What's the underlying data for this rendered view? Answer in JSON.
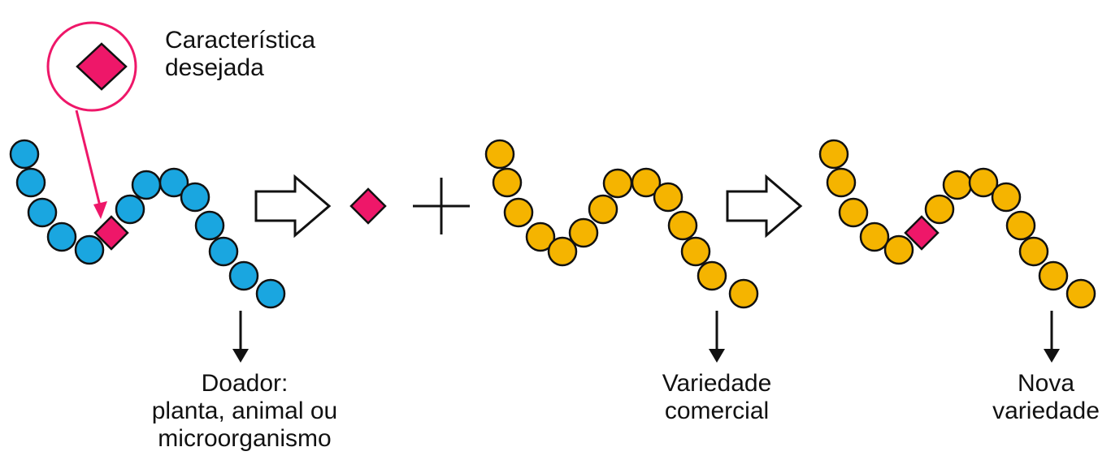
{
  "callout": {
    "lines": [
      "Característica",
      "desejada"
    ]
  },
  "donor": {
    "lines": [
      "Doador:",
      "planta, animal ou",
      "microorganismo"
    ]
  },
  "commercial": {
    "lines": [
      "Variedade",
      "comercial"
    ]
  },
  "new_variety": {
    "lines": [
      "Nova",
      "variedade"
    ]
  },
  "colors": {
    "donor_bead": "#1aa6e0",
    "commercial_bead": "#f5b400",
    "gene": "#ee1769",
    "callout_ring": "#ee1769",
    "outline": "#111111"
  }
}
